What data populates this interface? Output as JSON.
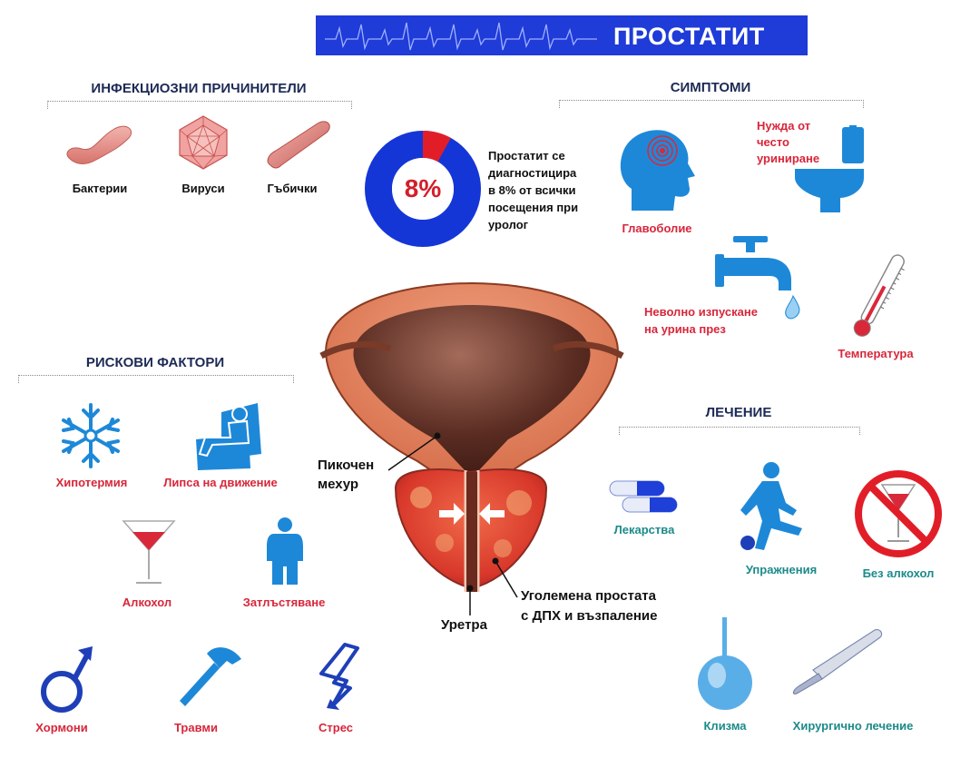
{
  "title": "ПРОСТАТИТ",
  "sections": {
    "infections": "ИНФЕКЦИОЗНИ ПРИЧИНИТЕЛИ",
    "symptoms": "СИМПТОМИ",
    "risks": "РИСКОВИ ФАКТОРИ",
    "treatment": "ЛЕЧЕНИЕ"
  },
  "infections": [
    "Бактерии",
    "Вируси",
    "Гъбички"
  ],
  "stat": {
    "value": "8%",
    "percent": 8,
    "text": "Простатит се диагностицира в 8% от всички посещения при уролог",
    "lines": [
      "Простатит се",
      "диагностицира",
      "в 8% от всички",
      "посещения при",
      "уролог"
    ]
  },
  "symptoms": {
    "headache": "Главоболие",
    "frequent": [
      "Нужда от",
      "често",
      "уриниране"
    ],
    "incontinence": [
      "Неволно изпускане",
      "на урина през"
    ],
    "temperature": "Температура"
  },
  "anatomy": {
    "bladder": [
      "Пикочен",
      "мехур"
    ],
    "urethra": "Уретра",
    "prostate": [
      "Уголемена простата",
      "с ДПХ и възпаление"
    ]
  },
  "risks": [
    "Хипотермия",
    "Липса на движение",
    "Алкохол",
    "Затлъстяване",
    "Хормони",
    "Травми",
    "Стрес"
  ],
  "treatment": [
    "Лекарства",
    "Упражнения",
    "Без алкохол",
    "Клизма",
    "Хирургично лечение"
  ],
  "colors": {
    "title_bg": "#1f3bd8",
    "red_label": "#d8263a",
    "teal_label": "#1c8a8a",
    "navy_section": "#1c2a55",
    "icon_blue": "#1e88d8"
  }
}
